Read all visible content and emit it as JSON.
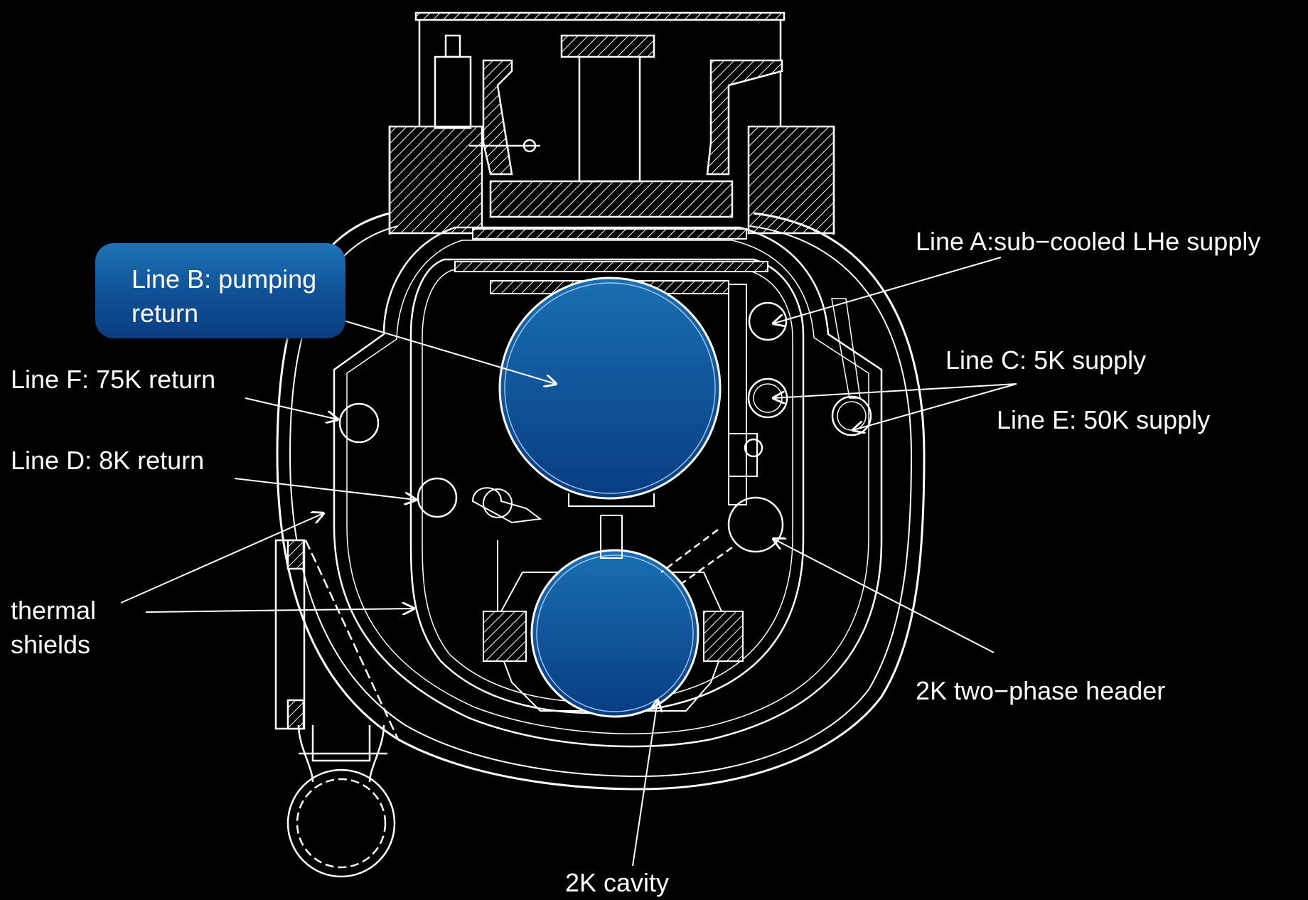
{
  "labels": {
    "line_a": "Line A:sub−cooled LHe supply",
    "line_b": "Line B: pumping return",
    "line_c": "Line C: 5K supply",
    "line_d": "Line D: 8K return",
    "line_e": "Line E: 50K supply",
    "line_f": "Line F: 75K return",
    "thermal_shields": "thermal shields",
    "two_phase_header": "2K two−phase header",
    "cavity": "2K cavity"
  },
  "colors": {
    "background": "#000000",
    "line_art": "#ffffff",
    "pipe_fill_top": "#1a6fb3",
    "pipe_fill_bottom": "#083c82",
    "callout_fill": "#1565ad"
  }
}
